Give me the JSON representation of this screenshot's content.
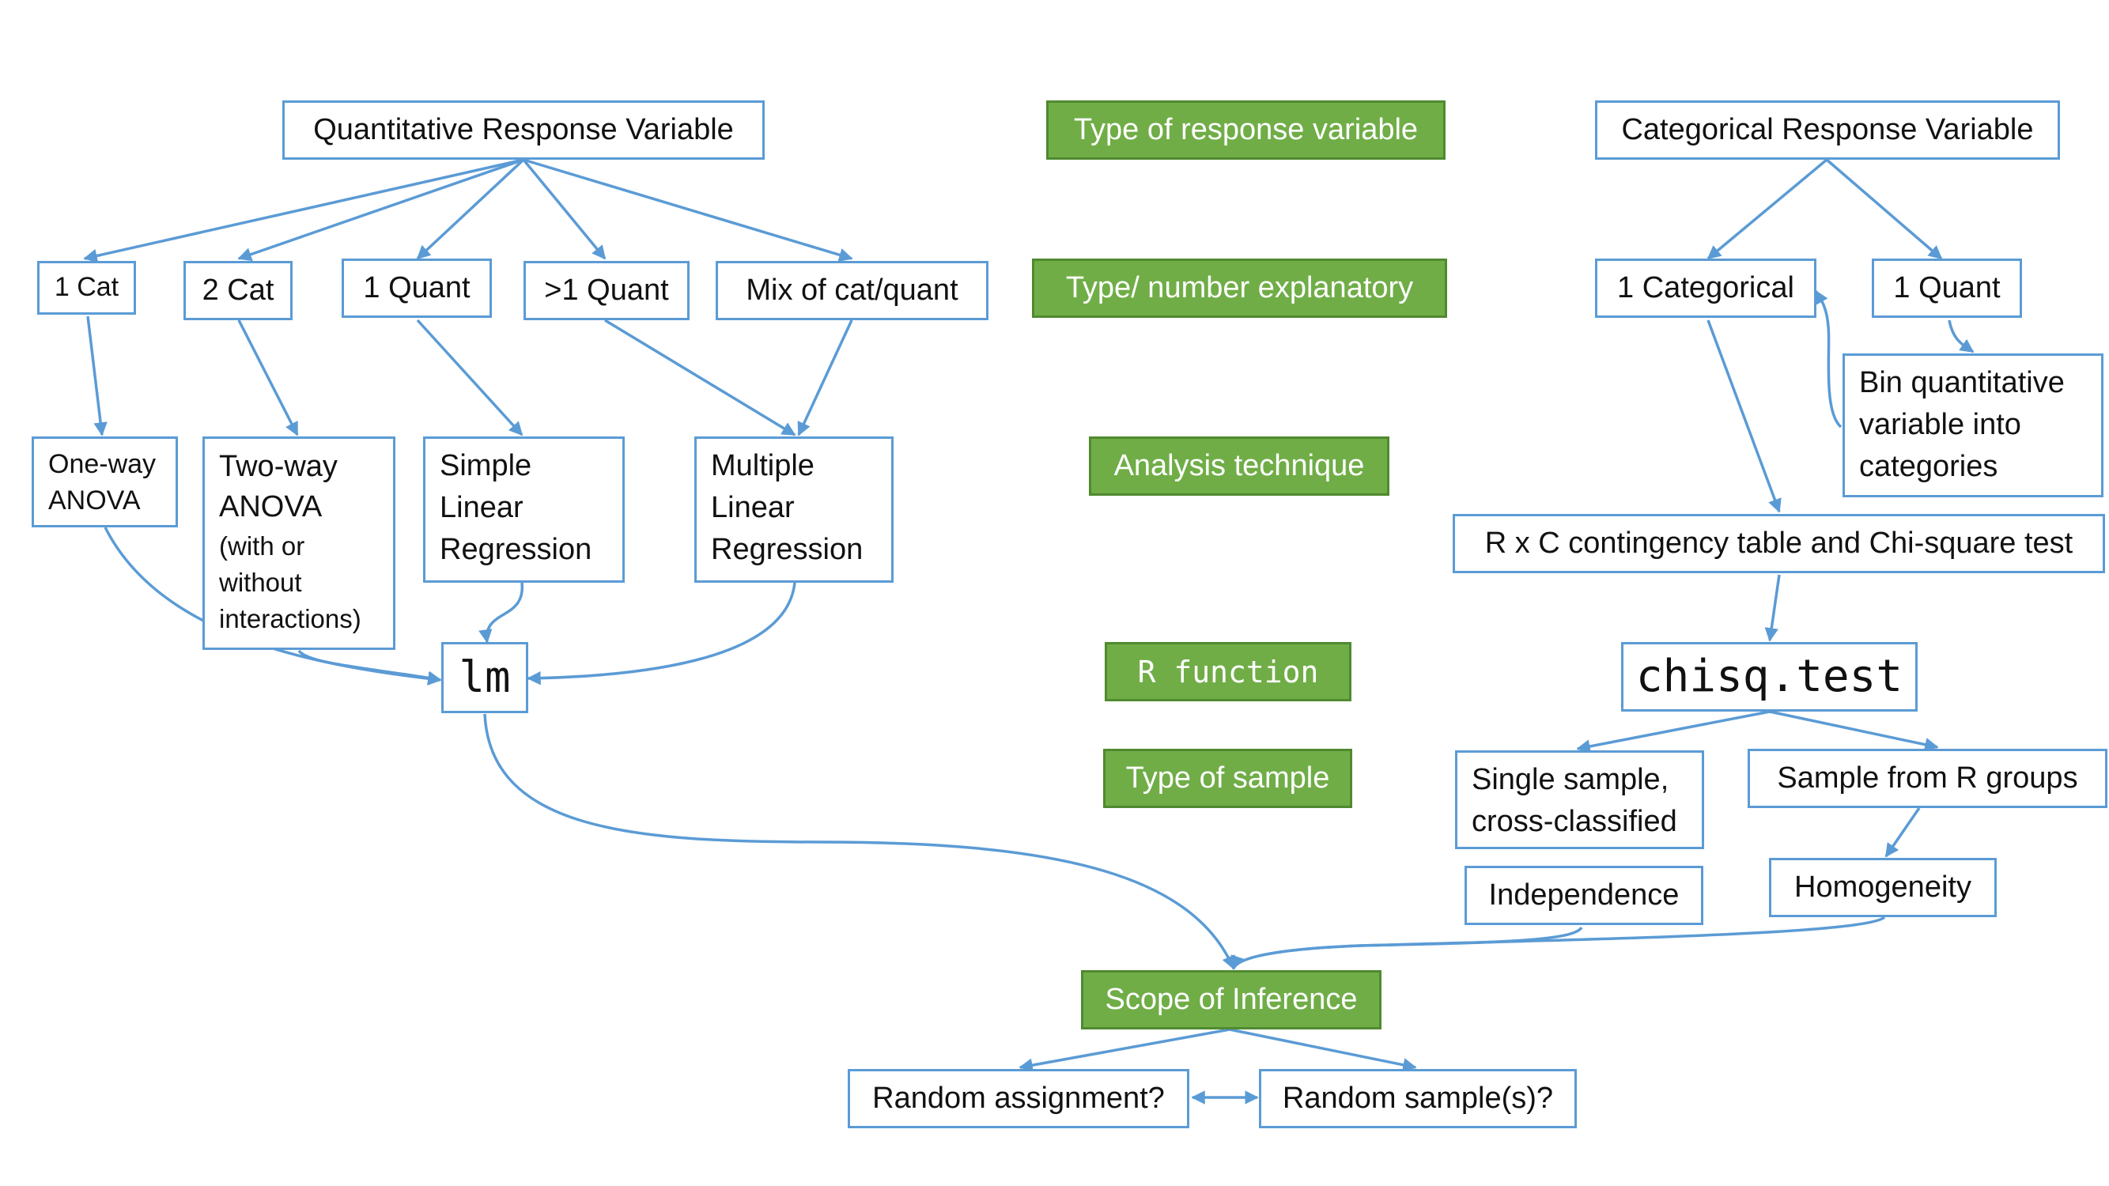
{
  "colors": {
    "node_border": "#5b9bd5",
    "edge": "#5b9bd5",
    "label_fill": "#70ad47",
    "label_border": "#4f8a2f",
    "label_text": "#ffffff"
  },
  "labels": {
    "response_type": "Type of response variable",
    "explanatory": "Type/ number explanatory",
    "technique": "Analysis technique",
    "r_function": "R function",
    "sample_type": "Type of sample",
    "scope": "Scope of Inference"
  },
  "quantitative": {
    "root": "Quantitative Response Variable",
    "one_cat": "1 Cat",
    "two_cat": "2 Cat",
    "one_quant": "1 Quant",
    "gt1_quant": ">1 Quant",
    "mix": "Mix of cat/quant",
    "oneway_anova": "One-way\nANOVA",
    "twoway_anova": "Two-way\nANOVA",
    "twoway_note": "(with or\nwithout\ninteractions)",
    "slr": "Simple\nLinear\nRegression",
    "mlr": "Multiple\nLinear\nRegression",
    "lm": "lm"
  },
  "categorical": {
    "root": "Categorical Response Variable",
    "one_categorical": "1 Categorical",
    "one_quant": "1 Quant",
    "bin": "Bin quantitative\nvariable into\ncategories",
    "rxc": "R x C contingency table and Chi-square test",
    "chisq": "chisq.test",
    "single_sample": "Single sample,\ncross-classified",
    "r_groups": "Sample from R groups",
    "independence": "Independence",
    "homogeneity": "Homogeneity"
  },
  "scope": {
    "random_assignment": "Random assignment?",
    "random_samples": "Random sample(s)?"
  }
}
